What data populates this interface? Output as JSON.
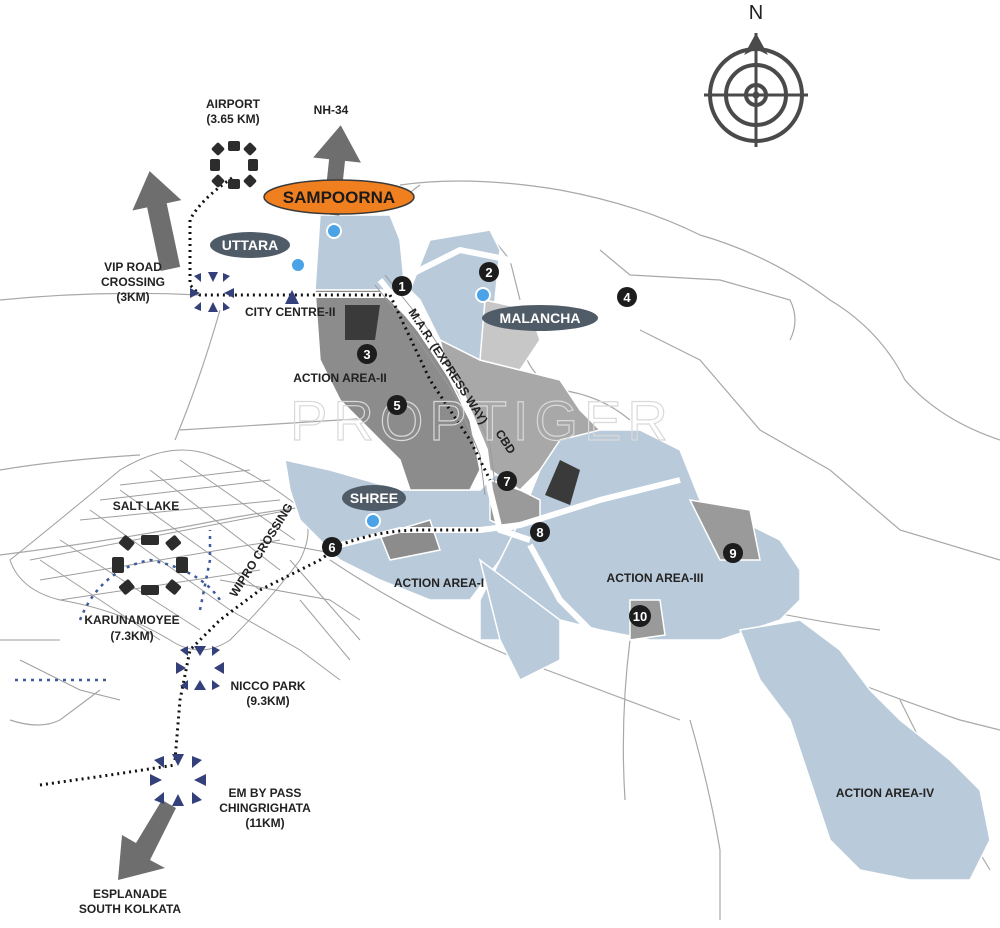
{
  "compass": {
    "north_label": "N"
  },
  "watermark": "PROPTIGER",
  "project": {
    "name": "SAMPOORNA"
  },
  "projects": [
    {
      "name": "UTTARA"
    },
    {
      "name": "MALANCHA"
    },
    {
      "name": "SHREE"
    }
  ],
  "landmarks": {
    "airport": {
      "name": "AIRPORT",
      "distance": "(3.65 KM)"
    },
    "nh34": {
      "name": "NH-34"
    },
    "vip_road": {
      "line1": "VIP ROAD",
      "line2": "CROSSING",
      "distance": "(3KM)"
    },
    "city_centre": {
      "name": "CITY CENTRE-II"
    },
    "salt_lake": {
      "name": "SALT LAKE"
    },
    "karunamoyee": {
      "name": "KARUNAMOYEE",
      "distance": "(7.3KM)"
    },
    "nicco_park": {
      "name": "NICCO PARK",
      "distance": "(9.3KM)"
    },
    "em_bypass": {
      "line1": "EM BY PASS",
      "line2": "CHINGRIGHATA",
      "distance": "(11KM)"
    },
    "esplanade": {
      "line1": "ESPLANADE",
      "line2": "SOUTH KOLKATA"
    },
    "wipro": {
      "name": "WIPRO CROSSING"
    }
  },
  "roads": {
    "mar": "M.A.R. (EXPRESS WAY)",
    "cbd": "CBD"
  },
  "areas": {
    "aa1": "ACTION AREA-I",
    "aa2": "ACTION AREA-II",
    "aa3": "ACTION AREA-III",
    "aa4": "ACTION AREA-IV"
  },
  "markers": [
    "1",
    "2",
    "3",
    "4",
    "5",
    "6",
    "7",
    "8",
    "9",
    "10"
  ],
  "colors": {
    "area_blue": "#b9cada",
    "area_grey": "#8c8c8c",
    "area_dark": "#3a3a3a",
    "project_orange": "#f07f1f",
    "pill_grey": "#4f5b66",
    "arrow_grey": "#6e6e6e",
    "marker_bg": "#1c1c1c",
    "route_navy": "#34407a"
  }
}
